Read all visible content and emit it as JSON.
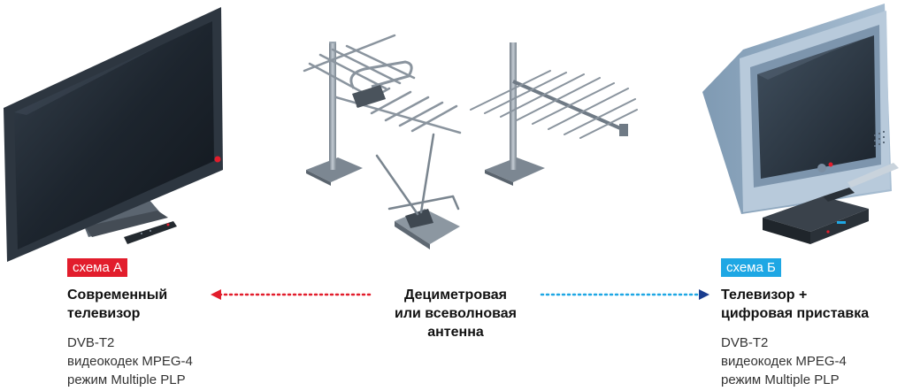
{
  "scheme_a": {
    "badge": "схема А",
    "title_line1": "Современный",
    "title_line2": "телевизор",
    "specs": [
      "DVB-T2",
      "видеокодек MPEG-4",
      "режим Multiple PLP"
    ]
  },
  "scheme_b": {
    "badge": "схема Б",
    "title_line1": "Телевизор +",
    "title_line2": "цифровая приставка",
    "specs": [
      "DVB-T2",
      "видеокодек MPEG-4",
      "режим Multiple PLP"
    ]
  },
  "antenna": {
    "title_line1": "Дециметровая",
    "title_line2": "или всеволновая",
    "title_line3": "антенна"
  },
  "colors": {
    "scheme_a": "#e21d2c",
    "scheme_b": "#1ea7e4",
    "arrow_b": "#1a3d8f"
  }
}
